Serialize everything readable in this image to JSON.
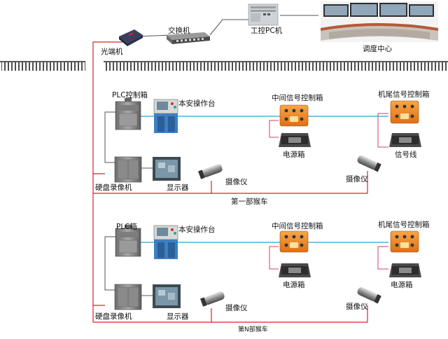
{
  "diagram": {
    "type": "network-topology",
    "surface": {
      "optical_terminal": "光端机",
      "switch": "交换机",
      "industrial_pc": "工控PC机",
      "dispatch_center": "调度中心"
    },
    "sections": [
      {
        "title": "第一部猴车",
        "plc_box": "PLC控制箱",
        "local_console": "本安操作台",
        "middle_signal_box": "中间信号控制箱",
        "tail_signal_box": "机尾信号控制箱",
        "power_box_middle": "电源箱",
        "signal_line": "信号线",
        "dvr": "硬盘录像机",
        "display": "显示器",
        "camera_1": "摄像仪",
        "camera_2": "摄像仪"
      },
      {
        "title": "第N部猴车",
        "plc_box": "PLC箱",
        "local_console": "本安操作台",
        "middle_signal_box": "中间信号控制箱",
        "tail_signal_box": "机尾信号控制箱",
        "power_box_middle": "电源箱",
        "power_box_tail": "电源箱",
        "dvr": "硬盘录像机",
        "display": "显示器",
        "camera_1": "摄像仪",
        "camera_2": "摄像仪"
      }
    ],
    "colors": {
      "fiber_line": "#e0202a",
      "signal_line": "#2aa3d8",
      "ethernet_line": "#555555",
      "wire_line": "#d0406a",
      "box_orange": "#f08a24",
      "box_gray": "#8a8a8a",
      "console_blue": "#3d7fc0",
      "ground": "#222222"
    }
  }
}
